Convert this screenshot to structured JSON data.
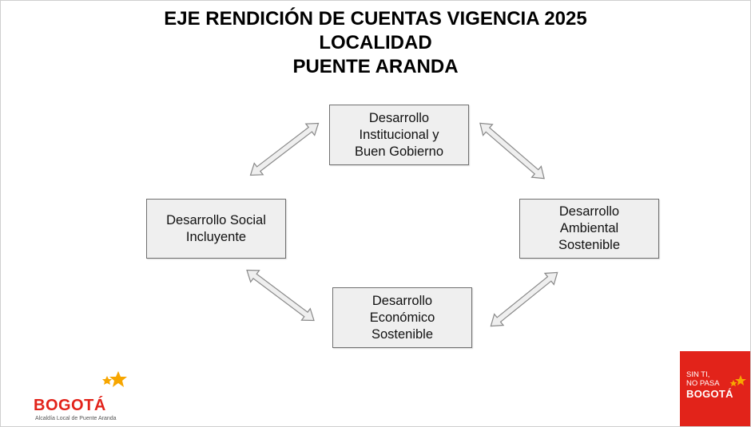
{
  "title": {
    "line1": "EJE RENDICIÓN DE CUENTAS VIGENCIA 2025",
    "line2": "LOCALIDAD",
    "line3": "PUENTE ARANDA"
  },
  "boxes": {
    "top": "Desarrollo\nInstitucional y\nBuen Gobierno",
    "left": "Desarrollo Social\nIncluyente",
    "right": "Desarrollo\nAmbiental\nSostenible",
    "bottom": "Desarrollo\nEconómico\nSostenible"
  },
  "logo_left": {
    "wordmark": "BOGOTÁ",
    "subtitle": "Alcaldía Local de Puente Aranda"
  },
  "logo_right": {
    "line1": "SIN TI,",
    "line2": "NO PASA",
    "wordmark": "BOGOTÁ"
  },
  "colors": {
    "brand_red": "#e2231a",
    "star_yellow": "#f7a600",
    "box_fill": "#efefef",
    "box_border": "#6f6f6f"
  }
}
